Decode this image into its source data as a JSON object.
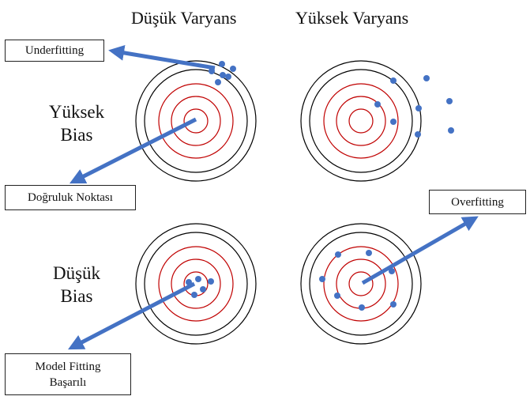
{
  "headers": {
    "low_variance": "Düşük Varyans",
    "high_variance": "Yüksek Varyans"
  },
  "row_labels": {
    "high_bias": {
      "line1": "Yüksek",
      "line2": "Bias"
    },
    "low_bias": {
      "line1": "Düşük",
      "line2": "Bias"
    }
  },
  "callouts": {
    "underfitting": "Underfitting",
    "accuracy_point": "Doğruluk Noktası",
    "overfitting": "Overfitting",
    "model_fitting": {
      "line1": "Model Fitting",
      "line2": "Başarılı"
    }
  },
  "colors": {
    "ring_outer": "#000000",
    "ring_inner": "#c00000",
    "dot": "#4472c4",
    "arrow": "#4472c4"
  }
}
